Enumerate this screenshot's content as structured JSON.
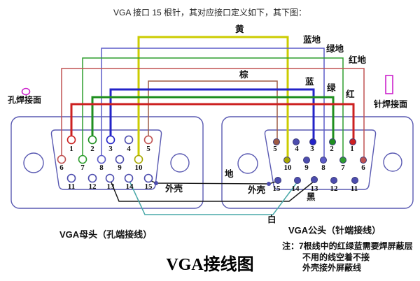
{
  "header": {
    "intro": "VGA 接口 15 根针，其对应接口定义如下，其下图："
  },
  "title": "VGA接线图",
  "faces": {
    "left": "孔焊接面",
    "right": "针焊接面"
  },
  "connectors": {
    "left": {
      "caption": "VGA母头（孔端接线）",
      "pins": [
        "1",
        "2",
        "3",
        "4",
        "5",
        "6",
        "7",
        "8",
        "9",
        "10",
        "11",
        "12",
        "13",
        "14",
        "15"
      ]
    },
    "right": {
      "caption": "VGA公头（针端接线）",
      "pins": [
        "5",
        "4",
        "3",
        "2",
        "1",
        "10",
        "9",
        "8",
        "7",
        "6",
        "15",
        "14",
        "13",
        "12",
        "11"
      ]
    }
  },
  "wires": [
    {
      "label": "黄",
      "color_key": "yellow",
      "left_pin": "10",
      "right_pin": "10"
    },
    {
      "label": "蓝地",
      "color_key": "blue_gnd",
      "left_pin": "8",
      "right_pin": "8"
    },
    {
      "label": "绿地",
      "color_key": "green_gnd",
      "left_pin": "7",
      "right_pin": "7"
    },
    {
      "label": "红地",
      "color_key": "red_gnd",
      "left_pin": "6",
      "right_pin": "6"
    },
    {
      "label": "棕",
      "color_key": "brown",
      "left_pin": "5",
      "right_pin": "5"
    },
    {
      "label": "蓝",
      "color_key": "blue",
      "left_pin": "3",
      "right_pin": "3"
    },
    {
      "label": "绿",
      "color_key": "green",
      "left_pin": "2",
      "right_pin": "2"
    },
    {
      "label": "红",
      "color_key": "red",
      "left_pin": "1",
      "right_pin": "1"
    },
    {
      "gnd_label": "地",
      "left_label": "外壳",
      "right_label": "外壳",
      "color_key": "black",
      "left_pin": "15",
      "right_pin": "15"
    },
    {
      "label": "黑",
      "color_key": "black",
      "left_pin": "13",
      "right_pin": "13"
    },
    {
      "label": "白",
      "color_key": "white_wire",
      "left_pin": "14",
      "right_pin": "14"
    }
  ],
  "notes": {
    "line1": "注：7根线中的红绿蓝需要焊屏蔽层",
    "line2": "不用的线空着不接",
    "line3": "外壳接外屏蔽线"
  },
  "colors": {
    "outline": "#5a5ab2",
    "neutral": "#4d4dae",
    "red": "#cc2020",
    "green": "#1f8f1f",
    "blue": "#2323c8",
    "yellow": "#cccc00",
    "yellow_pin": "#a8a800",
    "brown": "#9e5b44",
    "red_gnd": "#c05252",
    "green_gnd": "#2f9e2f",
    "blue_gnd": "#5c5cc8",
    "black": "#1a1a1a",
    "white_wire": "#49a8a8",
    "magenta": "#cc22cc"
  }
}
